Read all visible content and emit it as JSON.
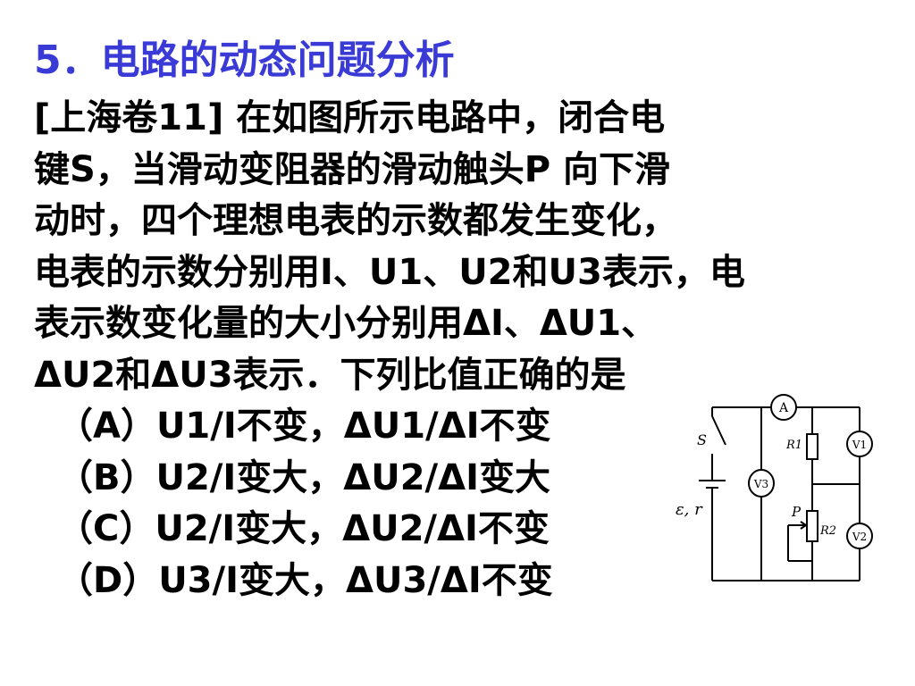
{
  "title": "5．电路的动态问题分析",
  "colors": {
    "title": "#3a3ad6",
    "text": "#000000"
  },
  "problem": {
    "line1": "[上海卷11] 在如图所示电路中，闭合电",
    "line2": "键S，当滑动变阻器的滑动触头P  向下滑",
    "line3": "动时，四个理想电表的示数都发生变化，",
    "line4": "电表的示数分别用I、U1、U2和U3表示，电",
    "line5": "表示数变化量的大小分别用ΔI、ΔU1、",
    "line6": "ΔU2和ΔU3表示．下列比值正确的是"
  },
  "options": [
    {
      "label": "（A）U1/I不变，ΔU1/ΔI不变"
    },
    {
      "label": "（B）U2/I变大，ΔU2/ΔI变大"
    },
    {
      "label": "（C）U2/I变大，ΔU2/ΔI不变"
    },
    {
      "label": "（D）U3/I变大，ΔU3/ΔI不变"
    }
  ],
  "circuit": {
    "switch_label": "S",
    "source_label": "ε, r",
    "ammeter_label": "A",
    "v1_label": "V1",
    "v2_label": "V2",
    "v3_label": "V3",
    "r1_label": "R1",
    "r2_label": "R2",
    "slider_label": "P"
  }
}
